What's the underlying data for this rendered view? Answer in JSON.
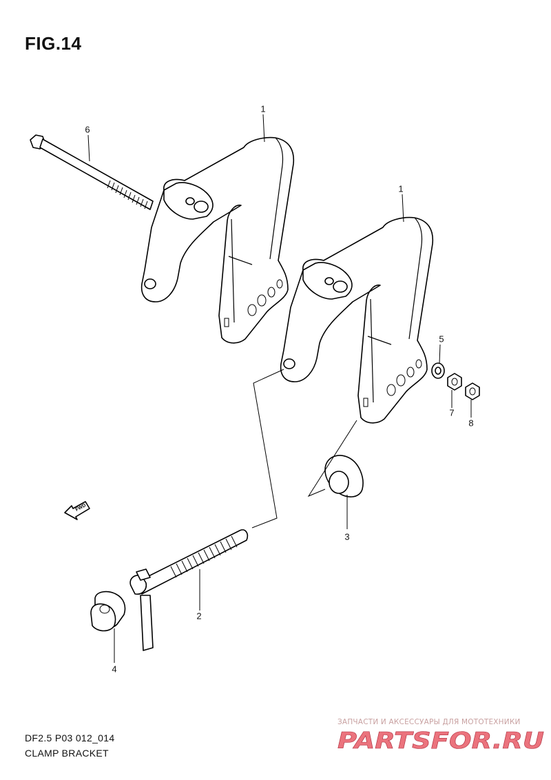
{
  "figure": {
    "title": "FIG.14"
  },
  "callouts": [
    {
      "id": "1a",
      "label": "1"
    },
    {
      "id": "1b",
      "label": "1"
    },
    {
      "id": "2",
      "label": "2"
    },
    {
      "id": "3",
      "label": "3"
    },
    {
      "id": "4",
      "label": "4"
    },
    {
      "id": "5",
      "label": "5"
    },
    {
      "id": "6",
      "label": "6"
    },
    {
      "id": "7",
      "label": "7"
    },
    {
      "id": "8",
      "label": "8"
    }
  ],
  "direction_arrow": {
    "label": "FWD"
  },
  "footer": {
    "code": "DF2.5 P03 012_014",
    "name": "CLAMP BRACKET"
  },
  "watermark": {
    "tagline": "ЗАПЧАСТИ И АКСЕССУАРЫ ДЛЯ МОТОТЕХНИКИ",
    "logo_text": "PARTSFOR.RU",
    "color": "#e85a66"
  }
}
